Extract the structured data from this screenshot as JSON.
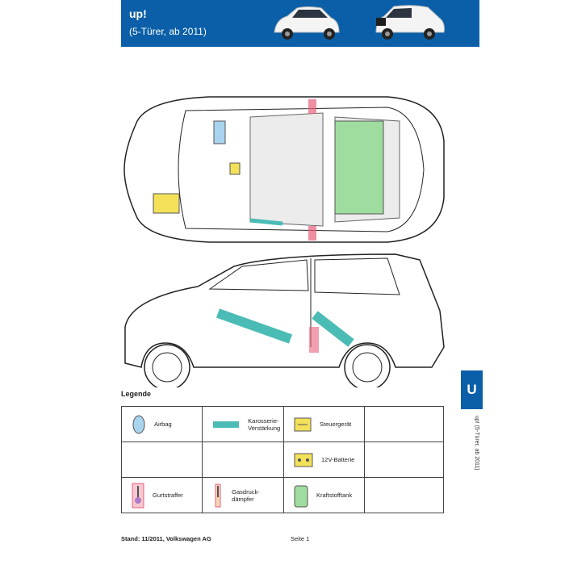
{
  "header": {
    "title": "up!",
    "subtitle": "(5-Türer, ab 2011)"
  },
  "side_tab": {
    "letter": "U",
    "vertical_text": "up! (5-Türer, ab 2011)"
  },
  "legend": {
    "title": "Legende",
    "items": [
      {
        "label": "Airbag",
        "color": "#a9d4ee"
      },
      {
        "label": "Karosserie-\nVerstärkung",
        "color": "#4bbcb5"
      },
      {
        "label": "Steuergerät",
        "color": "#f3e15a"
      },
      {
        "label": "12V-Batterie",
        "color": "#f3e15a"
      },
      {
        "label": "Gurtstraffer",
        "color": "#e8607b"
      },
      {
        "label": "Gasdruck-\ndämpfer",
        "color": "#e8607b"
      },
      {
        "label": "Kraftstofftank",
        "color": "#9fdc9f"
      }
    ]
  },
  "footer": {
    "stand": "Stand: 11/2011, Volkswagen AG",
    "page": "Seite 1"
  }
}
